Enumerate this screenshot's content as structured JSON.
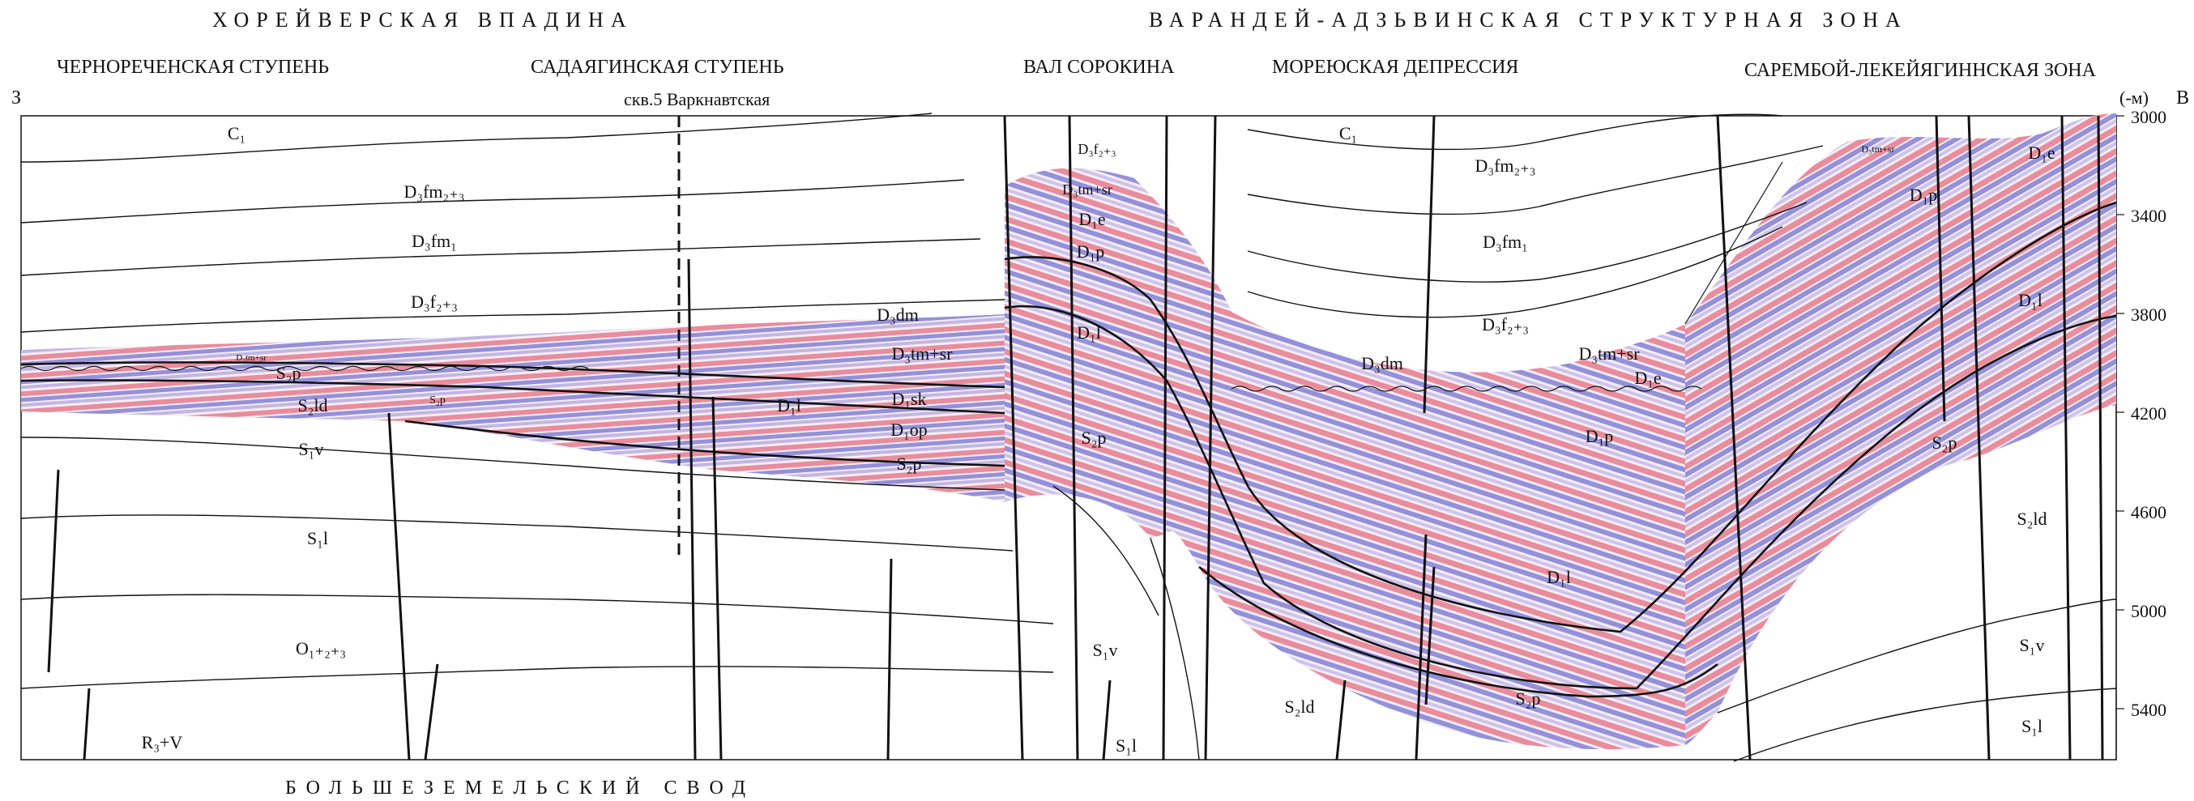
{
  "regions_top": {
    "left": "ХОРЕЙВЕРСКАЯ ВПАДИНА",
    "right": "ВАРАНДЕЙ-АДЗЬВИНСКАЯ СТРУКТУРНАЯ ЗОНА"
  },
  "subregions": {
    "chernorechenskaya": "ЧЕРНОРЕЧЕНСКАЯ СТУПЕНЬ",
    "sadayaginskaya": "САДАЯГИНСКАЯ СТУПЕНЬ",
    "sorokina": "ВАЛ СОРОКИНА",
    "moreyuskaya": "МОРЕЮСКАЯ ДЕПРЕССИЯ",
    "sarembey": "САРЕМБОЙ-ЛЕКЕЙЯГИННСКАЯ ЗОНА"
  },
  "region_bottom": "БОЛЬШЕЗЕМЕЛЬСКИЙ СВОД",
  "well_label": "скв.5 Варкнавтская",
  "west_label": "З",
  "east_label": "В",
  "depth_unit": "(-м)",
  "depth_ticks": [
    "3000",
    "3400",
    "3800",
    "4200",
    "4600",
    "5000",
    "5400"
  ],
  "formations": [
    {
      "id": "c1-left",
      "label": "C₁"
    },
    {
      "id": "d3fm23-left",
      "label": "D₃fm₂₊₃"
    },
    {
      "id": "d3fm1-left",
      "label": "D₃fm₁"
    },
    {
      "id": "d3f23-left",
      "label": "D₃f₂₊₃"
    },
    {
      "id": "d3dm-mid",
      "label": "D₃dm"
    },
    {
      "id": "d3tmsr-mid",
      "label": "D₃tm+sr"
    },
    {
      "id": "d3tmsr-tiny-left",
      "label": "D₃tm+sr"
    },
    {
      "id": "s2p-left",
      "label": "S₂p"
    },
    {
      "id": "s2ld-left",
      "label": "S₂ld"
    },
    {
      "id": "s2p-left-small",
      "label": "S₂p"
    },
    {
      "id": "d1l-mid",
      "label": "D₁l"
    },
    {
      "id": "d1sk",
      "label": "D₁sk"
    },
    {
      "id": "d1op",
      "label": "D₁op"
    },
    {
      "id": "s2p-mid",
      "label": "S₂p"
    },
    {
      "id": "s1v-left",
      "label": "S₁v"
    },
    {
      "id": "s1l-left",
      "label": "S₁l"
    },
    {
      "id": "o123",
      "label": "O₁₊₂₊₃"
    },
    {
      "id": "r3v",
      "label": "R₃+V"
    },
    {
      "id": "d3f23-sorokina",
      "label": "D₃f₂₊₃"
    },
    {
      "id": "d3tmsr-sorokina",
      "label": "D₃tm+sr"
    },
    {
      "id": "d1e-sorokina",
      "label": "D₁e"
    },
    {
      "id": "d1p-sorokina",
      "label": "D₁p"
    },
    {
      "id": "d1l-sorokina",
      "label": "D₁l"
    },
    {
      "id": "s2p-sorokina",
      "label": "S₂p"
    },
    {
      "id": "s1v-sorokina",
      "label": "S₁v"
    },
    {
      "id": "s1l-sorokina",
      "label": "S₁l"
    },
    {
      "id": "c1-right",
      "label": "C₁"
    },
    {
      "id": "d3fm23-right",
      "label": "D₃fm₂₊₃"
    },
    {
      "id": "d3fm1-right",
      "label": "D₃fm₁"
    },
    {
      "id": "d3f23-right",
      "label": "D₃f₂₊₃"
    },
    {
      "id": "d3dm-right",
      "label": "D₃dm"
    },
    {
      "id": "d3tmsr-right",
      "label": "D₃tm+sr"
    },
    {
      "id": "d1e-right",
      "label": "D₁e"
    },
    {
      "id": "d1p-right",
      "label": "D₁p"
    },
    {
      "id": "d1l-right",
      "label": "D₁l"
    },
    {
      "id": "s2p-right",
      "label": "S₂p"
    },
    {
      "id": "s2ld-right",
      "label": "S₂ld"
    },
    {
      "id": "d3tmsr-far",
      "label": "D₃tm+sr"
    },
    {
      "id": "d1p-far",
      "label": "D₁p"
    },
    {
      "id": "d1e-far",
      "label": "D₁e"
    },
    {
      "id": "d1l-far",
      "label": "D₁l"
    },
    {
      "id": "s2p-far",
      "label": "S₂p"
    },
    {
      "id": "s2ld-far",
      "label": "S₂ld"
    },
    {
      "id": "s1v-far",
      "label": "S₁v"
    },
    {
      "id": "s1l-far",
      "label": "S₁l"
    }
  ],
  "colors": {
    "seismic_red": "#e87c8c",
    "seismic_blue": "#8a86d8",
    "seismic_white": "#f4eef6",
    "line": "#111111"
  }
}
